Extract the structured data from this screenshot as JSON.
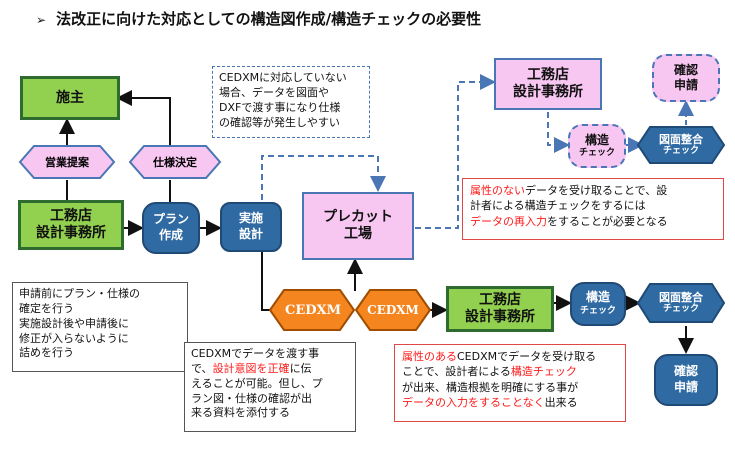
{
  "title": {
    "bullet": "➢",
    "text": "法改正に向けた対応としての構造図作成/構造チェックの必要性"
  },
  "nodes": {
    "shushu": "施主",
    "koumuten_left_1": "工務店",
    "koumuten_left_2": "設計事務所",
    "eigyo": "営業提案",
    "shiyou": "仕様決定",
    "plan_1": "プラン",
    "plan_2": "作成",
    "jisshi_1": "実施",
    "jisshi_2": "設計",
    "precut_1": "プレカット",
    "precut_2": "工場",
    "koumuten_top_1": "工務店",
    "koumuten_top_2": "設計事務所",
    "kakunin_top_1": "確認",
    "kakunin_top_2": "申請",
    "kozo_top_1": "構造",
    "kozo_top_2": "チェック",
    "zumen_top_1": "図面整合",
    "zumen_top_2": "チェック",
    "cedxm_1": "CEDXM",
    "cedxm_2": "CEDXM",
    "koumuten_mid_1": "工務店",
    "koumuten_mid_2": "設計事務所",
    "kozo_mid_1": "構造",
    "kozo_mid_2": "チェック",
    "zumen_mid_1": "図面整合",
    "zumen_mid_2": "チェック",
    "kakunin_bot_1": "確認",
    "kakunin_bot_2": "申請"
  },
  "notes": {
    "dxf_lines": [
      "CEDXMに対応していない",
      "場合、データを図面や",
      "DXFで渡す事になり仕様",
      "の確認等が発生しやすい"
    ],
    "left_lines": [
      "申請前にプラン・仕様の",
      "確定を行う",
      "実施設計後や申請後に",
      "修正が入らないように",
      "詰めを行う"
    ],
    "cedxm_note": {
      "l1": "CEDXMでデータを渡す事",
      "l2a": "で、",
      "l2b": "設計意図を正確",
      "l2c": "に伝",
      "l3": "えることが可能。但し、プ",
      "l4": "ラン図・仕様の確認が出",
      "l5": "来る資料を添付する"
    },
    "no_attr": {
      "l1a": "属性のない",
      "l1b": "データを受け取ることで、設",
      "l2": "計者による構造チェックをするには",
      "l3a": "データの再入力",
      "l3b": "をすることが必要となる"
    },
    "with_attr": {
      "l1a": "属性のある",
      "l1b": "CEDXMでデータを受け取る",
      "l2a": "ことで、設計者による",
      "l2b": "構造チェック",
      "l3": "が出来、構造根拠を明確にする事が",
      "l4a": "データの入力をすることなく",
      "l4b": "出来る"
    }
  },
  "colors": {
    "green_fill": "#92d050",
    "green_border": "#2e6b2e",
    "pink_fill": "#f7c7f2",
    "blue_fill": "#2f6aa3",
    "hex_pink": "#f7c7f2",
    "hex_orange": "#f4851f",
    "red_text": "#ff1a1a",
    "arrow_dash": "#4a76b5"
  }
}
